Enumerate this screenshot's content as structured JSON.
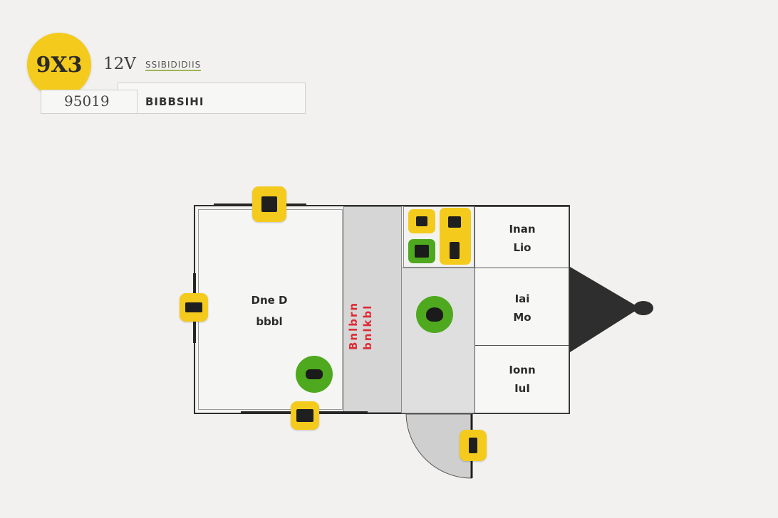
{
  "legend": {
    "badge_text": "9X3",
    "row1_label": "12V",
    "row1_text": "SSIBIDIDIIS",
    "row2_label": "95019",
    "row2_text": "BIBBSIHI"
  },
  "rooms": {
    "main_room_label_line1": "Dne D",
    "main_room_label_line2": "bbbl",
    "hall_label": "Bnlbrn bnlkbl",
    "right_top_line1": "Inan",
    "right_top_line2": "Lio",
    "right_mid_line1": "Iai",
    "right_mid_line2": "Mo",
    "right_bot_line1": "Ionn",
    "right_bot_line2": "IuI"
  },
  "colors": {
    "marker_yellow": "#f4cb1c",
    "marker_green": "#4ea91e",
    "hall_red": "#e02a34",
    "wall": "#262626"
  }
}
